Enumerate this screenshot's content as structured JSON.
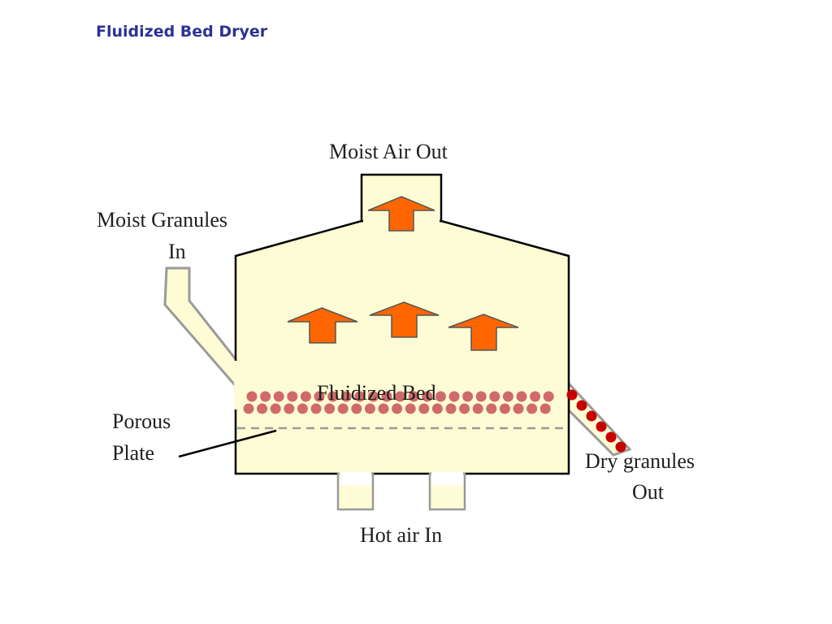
{
  "slide": {
    "title": "Fluidized Bed Dryer"
  },
  "labels": {
    "moist_air_out": "Moist Air Out",
    "moist_granules_line1": "Moist Granules",
    "moist_granules_line2": "In",
    "fluidized_bed": "Fluidized Bed",
    "porous_line1": "Porous",
    "porous_line2": "Plate",
    "dry_line1": "Dry granules",
    "dry_line2": "Out",
    "hot_air_in": "Hot air In"
  },
  "colors": {
    "title": "#2e3192",
    "vessel_fill": "#fefcd4",
    "vessel_stroke": "#000000",
    "chute_stroke": "#9a9a9a",
    "arrow_fill": "#ff6600",
    "bed_particle": "#d06a6a",
    "dry_particle": "#c80000",
    "porous_plate": "#999999"
  },
  "icons": {
    "airflow": "up-arrow-icon",
    "particle": "granule-dot"
  }
}
